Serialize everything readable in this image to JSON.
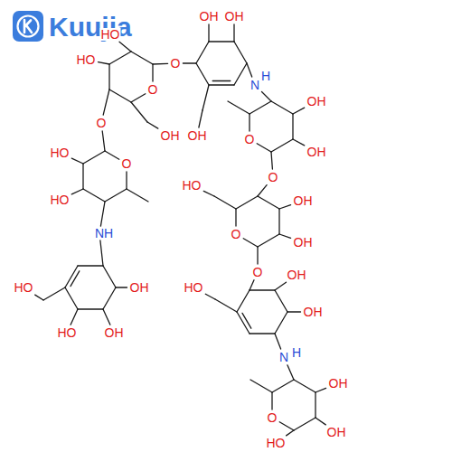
{
  "diagram": {
    "labels": [
      "Kuujia",
      "OH",
      "OH",
      "O",
      "N",
      "H",
      "OH",
      "HO",
      "HO",
      "O",
      "OH",
      "O",
      "HO",
      "O",
      "HO",
      "NH",
      "HO",
      "OH",
      "HO",
      "OH",
      "OH",
      "OH",
      "O",
      "O",
      "HO",
      "OH",
      "OH",
      "O",
      "O",
      "HO",
      "OH",
      "OH",
      "N",
      "H",
      "OH",
      "OH",
      "O",
      "HO"
    ]
  }
}
